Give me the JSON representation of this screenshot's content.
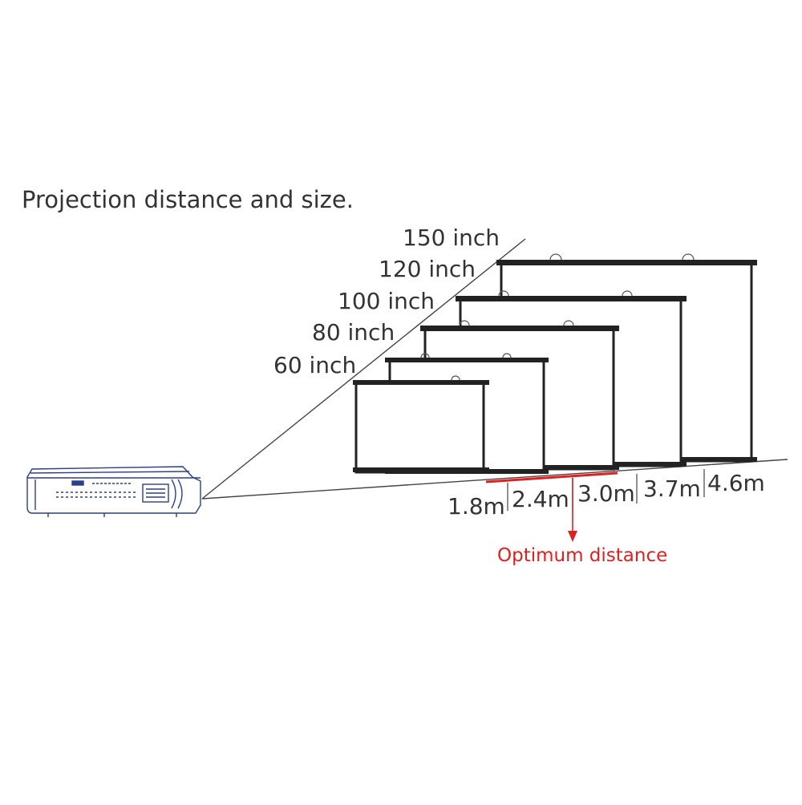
{
  "title": "Projection distance and size.",
  "screen_sizes": [
    "60 inch",
    "80 inch",
    "100 inch",
    "120 inch",
    "150 inch"
  ],
  "distances": [
    "1.8m",
    "2.4m",
    "3.0m",
    "3.7m",
    "4.6m"
  ],
  "optimum_label": "Optimum distance",
  "colors": {
    "text": "#333333",
    "line": "#444444",
    "screen_bar": "#222222",
    "optimum": "#e0201f",
    "projector": "#2b3f8c"
  },
  "icons": [
    "projector-icon",
    "projection-screen-icon",
    "arrow-down-icon"
  ]
}
